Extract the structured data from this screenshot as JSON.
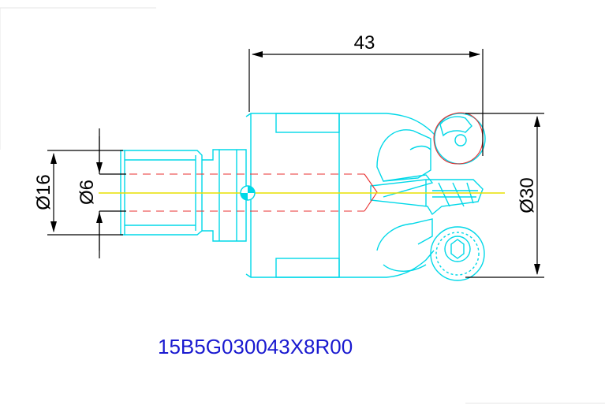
{
  "dimensions": {
    "length": "43",
    "shank_diameter": "Ø16",
    "bore_diameter": "Ø6",
    "cutter_diameter": "Ø30"
  },
  "part_code": "15B5G030043X8R00",
  "colors": {
    "outline": "#00d8e8",
    "dimension": "#000000",
    "hidden": "#e83030",
    "centerline": "#e8e000",
    "label": "#1a1ad0"
  }
}
